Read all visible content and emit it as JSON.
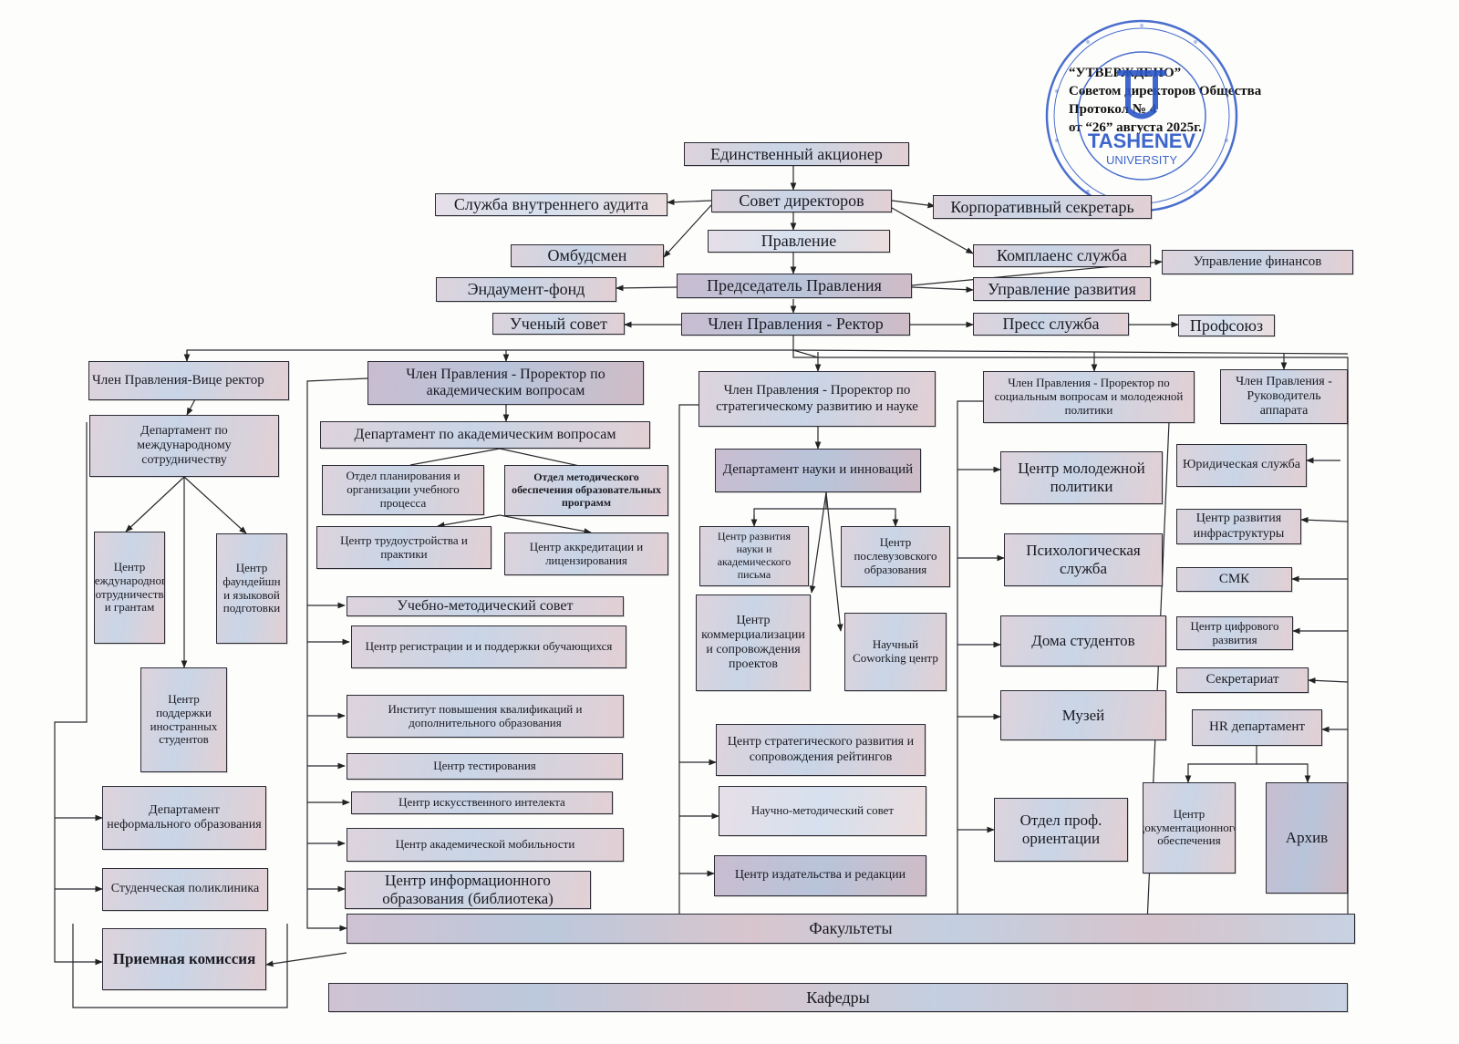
{
  "approval": {
    "line1": "“УТВЕРЖДЕНО”",
    "line2": "Советом директоров Общества",
    "line3": "Протокол № 4",
    "line4": "от “26” августа 2025г."
  },
  "seal": {
    "brand": "TASHENEV",
    "sub": "UNIVERSITY",
    "color": "#2a56c6"
  },
  "top": {
    "shareholder": "Единственный акционер",
    "board": "Совет директоров",
    "audit": "Служба внутреннего аудита",
    "secretary": "Корпоративный секретарь",
    "management": "Правление",
    "ombudsman": "Омбудсмен",
    "compliance": "Комплаенс служба",
    "chairman": "Председатель Правления",
    "endowment": "Эндаумент-фонд",
    "finance": "Управление финансов",
    "development": "Управление развития",
    "academic_council": "Ученый совет",
    "rector": "Член Правления - Ректор",
    "press": "Пресс служба",
    "union": "Профсоюз"
  },
  "col1": {
    "head": "Член Правления-Вице ректор",
    "intl_dept": "Департамент по международному сотрудничеству",
    "intl_grants": "Центр международного сотрудничества и грантам",
    "foundation": "Центр фаундейшн и языковой подготовки",
    "foreign_support": "Центр поддержки иностранных студентов",
    "nonformal": "Департамент неформального образования",
    "clinic": "Студенческая поликлиника",
    "admission": "Приемная комиссия"
  },
  "col2": {
    "head": "Член Правления - Проректор по академическим вопросам",
    "dept": "Департамент по академическим вопросам",
    "planning": "Отдел планирования и организации учебного процесса",
    "methodical": "Отдел методического обеспечения образовательных программ",
    "employment": "Центр трудоустройства и практики",
    "accreditation": "Центр аккредитации и лицензирования",
    "ed_council": "Учебно-методический совет",
    "registration": "Центр регистрации и и поддержки обучающихся",
    "qualification": "Институт повышения квалификаций и дополнительного образования",
    "testing": "Центр тестирования",
    "ai": "Центр искусственного интелекта",
    "mobility": "Центр академической мобильности",
    "library": "Центр информационного образования (библиотека)"
  },
  "col3": {
    "head": "Член Правления - Проректор по стратегическому развитию и науке",
    "dept": "Департамент науки и инноваций",
    "writing": "Центр развития науки и академического письма",
    "postgrad": "Центр послевузовского образования",
    "commercial": "Центр коммерциализации и сопровождения проектов",
    "coworking": "Научный Coworking центр",
    "strategic": "Центр стратегического развития и сопровождения рейтингов",
    "sci_council": "Научно-методический совет",
    "publishing": "Центр издательства и редакции"
  },
  "col4": {
    "head": "Член Правления - Проректор по социальным вопросам и молодежной политики",
    "youth": "Центр молодежной политики",
    "psych": "Психологическая служба",
    "dorms": "Дома студентов",
    "museum": "Музей",
    "career": "Отдел проф. ориентации"
  },
  "col5": {
    "head": "Член Правления - Руководитель аппарата",
    "legal": "Юридическая служба",
    "infra": "Центр развития инфраструктуры",
    "smk": "СМК",
    "digital": "Центр цифрового развития",
    "secretariat": "Секретариат",
    "hr": "HR департамент",
    "docs": "Центр документационного обеспечения",
    "archive": "Архив"
  },
  "bottom": {
    "faculties": "Факультеты",
    "departments": "Кафедры"
  }
}
